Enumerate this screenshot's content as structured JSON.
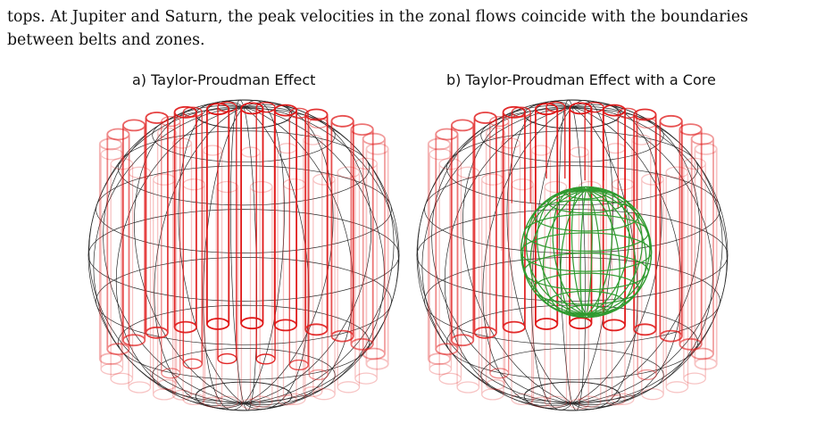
{
  "paragraph": {
    "line1": "tops. At Jupiter and Saturn, the peak velocities in the zonal flows coincide with the boundaries",
    "line2": "between belts and zones."
  },
  "figures": {
    "panel_a": {
      "caption": "a) Taylor-Proudman Effect",
      "has_core": false
    },
    "panel_b": {
      "caption": "b) Taylor-Proudman Effect with a Core",
      "has_core": true
    }
  },
  "colors": {
    "mesh": "#2a2a2a",
    "columns": "#e01818",
    "core": "#2f9a2f",
    "text": "#111111"
  }
}
